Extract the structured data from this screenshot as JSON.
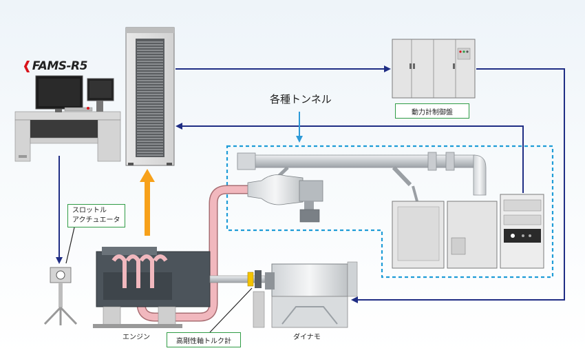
{
  "logo": {
    "text": "FAMS-R5"
  },
  "labels": {
    "tunnels": "各種トンネル",
    "power_meter_control_panel": "動力計制御盤",
    "throttle_actuator": [
      "スロットル",
      "アクチュエータ"
    ],
    "engine": "エンジン",
    "torque_meter": "高剛性軸トルク計",
    "dynamo": "ダイナモ"
  },
  "colors": {
    "signal_line": "#1f2d84",
    "up_arrow": "#f7a11a",
    "tunnel_arrow": "#2d9ad8",
    "dashed_border": "#1e9cd7",
    "label_border": "#2e9b44",
    "exhaust_pipe": "#f1b8be"
  },
  "icons": [
    "fams-logo-mark",
    "arrow-up-icon",
    "arrow-down-icon",
    "arrow-right-icon",
    "arrow-left-icon"
  ]
}
